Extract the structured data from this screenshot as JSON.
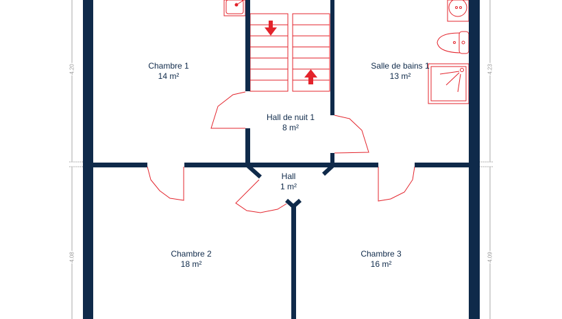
{
  "colors": {
    "wall": "#0f2a4a",
    "fixture": "#e3232b",
    "dimension": "#999999"
  },
  "rooms": [
    {
      "name": "Chambre 1",
      "area": "14 m²"
    },
    {
      "name": "Hall de nuit 1",
      "area": "8 m²"
    },
    {
      "name": "Salle de bains 1",
      "area": "13 m²"
    },
    {
      "name": "Hall",
      "area": "1 m²"
    },
    {
      "name": "Chambre 2",
      "area": "18 m²"
    },
    {
      "name": "Chambre 3",
      "area": "16 m²"
    }
  ],
  "dimensions": {
    "left_top": "4.20",
    "left_bottom": "4.08",
    "right_top": "4.23",
    "right_bottom": "4.09"
  }
}
